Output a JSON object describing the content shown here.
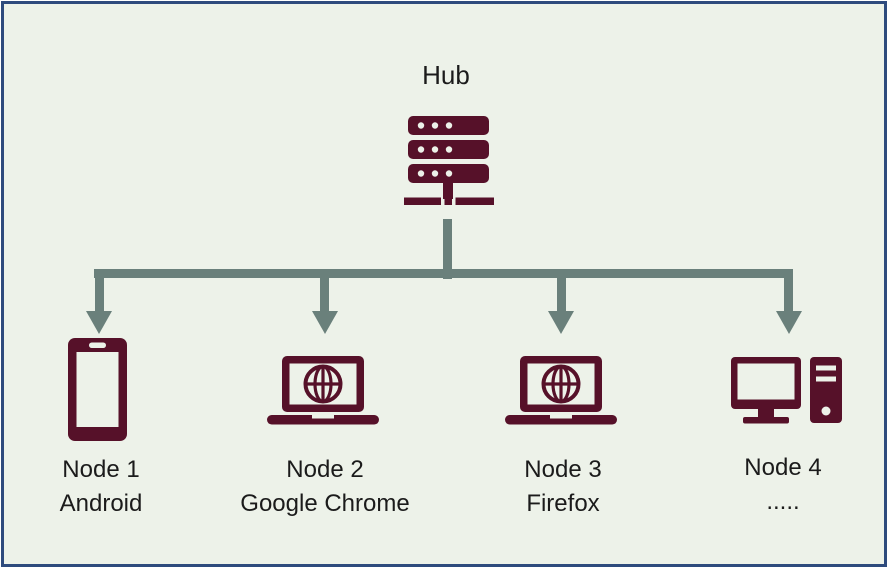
{
  "diagram": {
    "type": "network-topology-star",
    "hub": {
      "label": "Hub",
      "icon": "server-hub-icon"
    },
    "nodes": [
      {
        "id": 1,
        "label": "Node 1",
        "sublabel": "Android",
        "icon": "smartphone-icon"
      },
      {
        "id": 2,
        "label": "Node 2",
        "sublabel": "Google Chrome",
        "icon": "laptop-browser-icon"
      },
      {
        "id": 3,
        "label": "Node 3",
        "sublabel": "Firefox",
        "icon": "laptop-browser-icon"
      },
      {
        "id": 4,
        "label": "Node 4",
        "sublabel": ".....",
        "icon": "desktop-computer-icon"
      }
    ],
    "colors": {
      "background": "#edf2e9",
      "frame_border": "#2e4b7d",
      "icon_maroon": "#561129",
      "connector_teal": "#6a807b",
      "text": "#1b1b1b"
    }
  }
}
